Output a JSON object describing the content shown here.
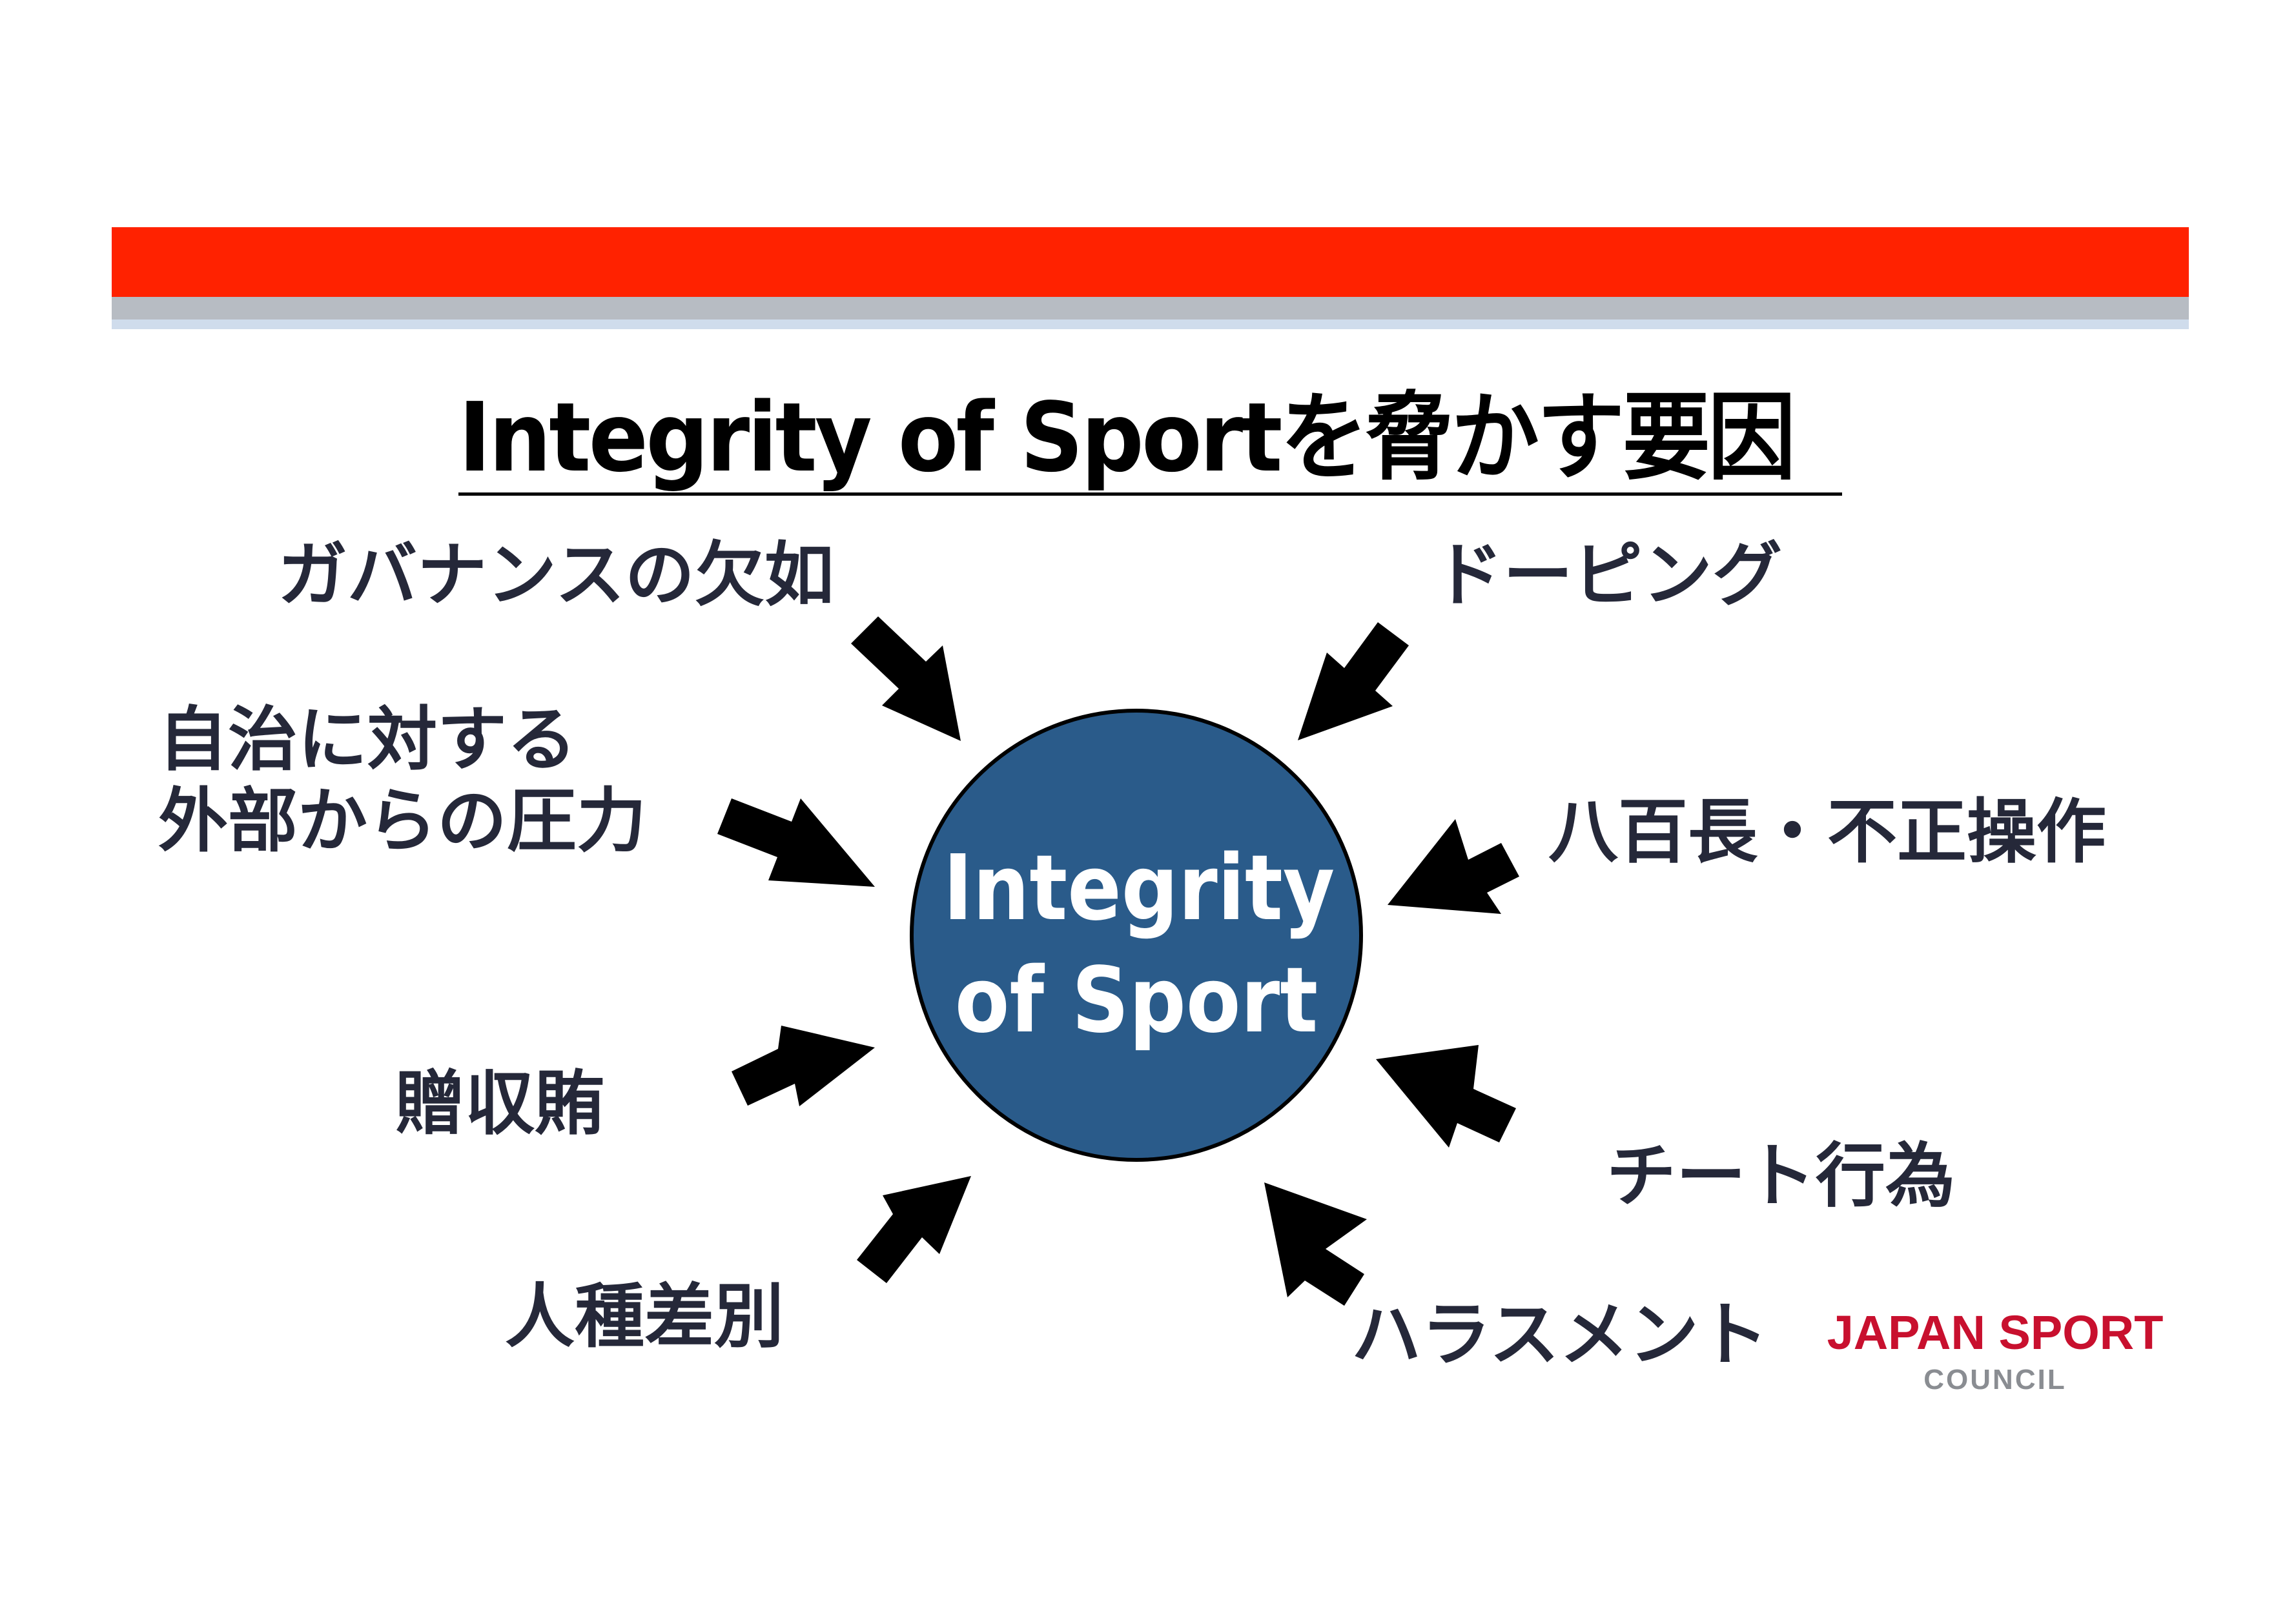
{
  "title": "Integrity of Sportを脅かす要因",
  "center": "Integrity\nof Sport",
  "factors": {
    "governance": "ガバナンスの欠如",
    "pressure": "自治に対する\n外部からの圧力",
    "bribery": "贈収賄",
    "racism": "人種差別",
    "doping": "ドーピング",
    "match_fixing": "八百長・不正操作",
    "cheating": "チート行為",
    "harassment": "ハラスメント"
  },
  "logo": {
    "main": "JAPAN SPORT",
    "sub": "COUNCIL"
  },
  "colors": {
    "banner_red": "#ff2200",
    "banner_grey": "#b7bcc3",
    "banner_blue": "#cfdcec",
    "circle_fill": "#2a5b8a",
    "circle_stroke": "#000000",
    "arrow": "#000000",
    "label_text": "#252839",
    "logo_red": "#c8102e",
    "logo_grey": "#8a8d92"
  }
}
